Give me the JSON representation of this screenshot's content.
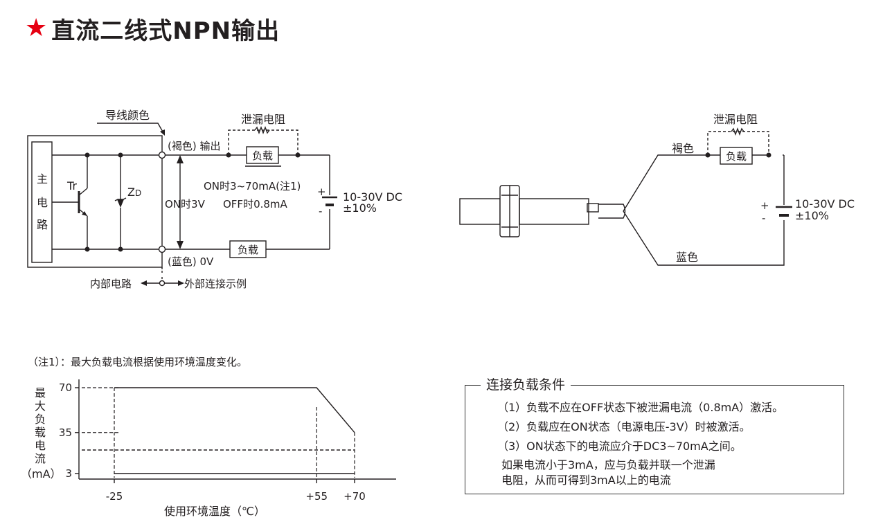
{
  "title": {
    "star": "★",
    "text": "直流二线式NPN输出",
    "star_color": "#e60012"
  },
  "circuit": {
    "wire_color_label": "导线颜色",
    "leak_resistor": "泄漏电阻",
    "main_circuit_chars": [
      "主",
      "电",
      "路"
    ],
    "transistor": "Tr",
    "zener_main": "Z",
    "zener_sub": "D",
    "brown_output": "(褐色) 输出",
    "blue_0v": "(蓝色) 0V",
    "load_top": "负载",
    "load_bottom": "负载",
    "on_voltage": "ON时3V",
    "on_current": "ON时3~70mA(注1)",
    "off_current": "OFF时0.8mA",
    "supply_line1": "10-30V DC",
    "supply_line2": "±10%",
    "plus": "+",
    "minus": "-",
    "internal": "内部电路",
    "external": "外部连接示例"
  },
  "sensor": {
    "leak_resistor": "泄漏电阻",
    "brown": "褐色",
    "blue": "蓝色",
    "load": "负载",
    "supply_line1": "10-30V DC",
    "supply_line2": "±10%",
    "plus": "+",
    "minus": "-"
  },
  "note": "（注1）：最大负载电流根据使用环境温度变化。",
  "chart_data": {
    "type": "line",
    "ylabel_chars": [
      "最",
      "大",
      "负",
      "载",
      "电",
      "流"
    ],
    "yunit": "（mA）",
    "xlabel": "使用环境温度（℃）",
    "x_ticks": [
      {
        "value": -25,
        "label": "-25"
      },
      {
        "value": 55,
        "label": "+55"
      },
      {
        "value": 70,
        "label": "+70"
      }
    ],
    "y_ticks": [
      {
        "value": 70,
        "label": "70"
      },
      {
        "value": 35,
        "label": "35"
      },
      {
        "value": 3,
        "label": "3"
      }
    ],
    "series": [
      {
        "values": [
          [
            -25,
            70
          ],
          [
            55,
            70
          ],
          [
            70,
            35
          ]
        ]
      },
      {
        "values": [
          [
            -25,
            3
          ],
          [
            70,
            3
          ]
        ]
      }
    ]
  },
  "conditions": {
    "title": "连接负载条件",
    "items": [
      "（1）负载不应在OFF状态下被泄漏电流（0.8mA）激活。",
      "（2）负载应在ON状态（电源电压-3V）时被激活。",
      "（3）ON状态下的电流应介于DC3~70mA之间。"
    ],
    "extra_line1": "如果电流小于3mA，应与负载并联一个泄漏",
    "extra_line2": "电阻，从而可得到3mA以上的电流"
  }
}
